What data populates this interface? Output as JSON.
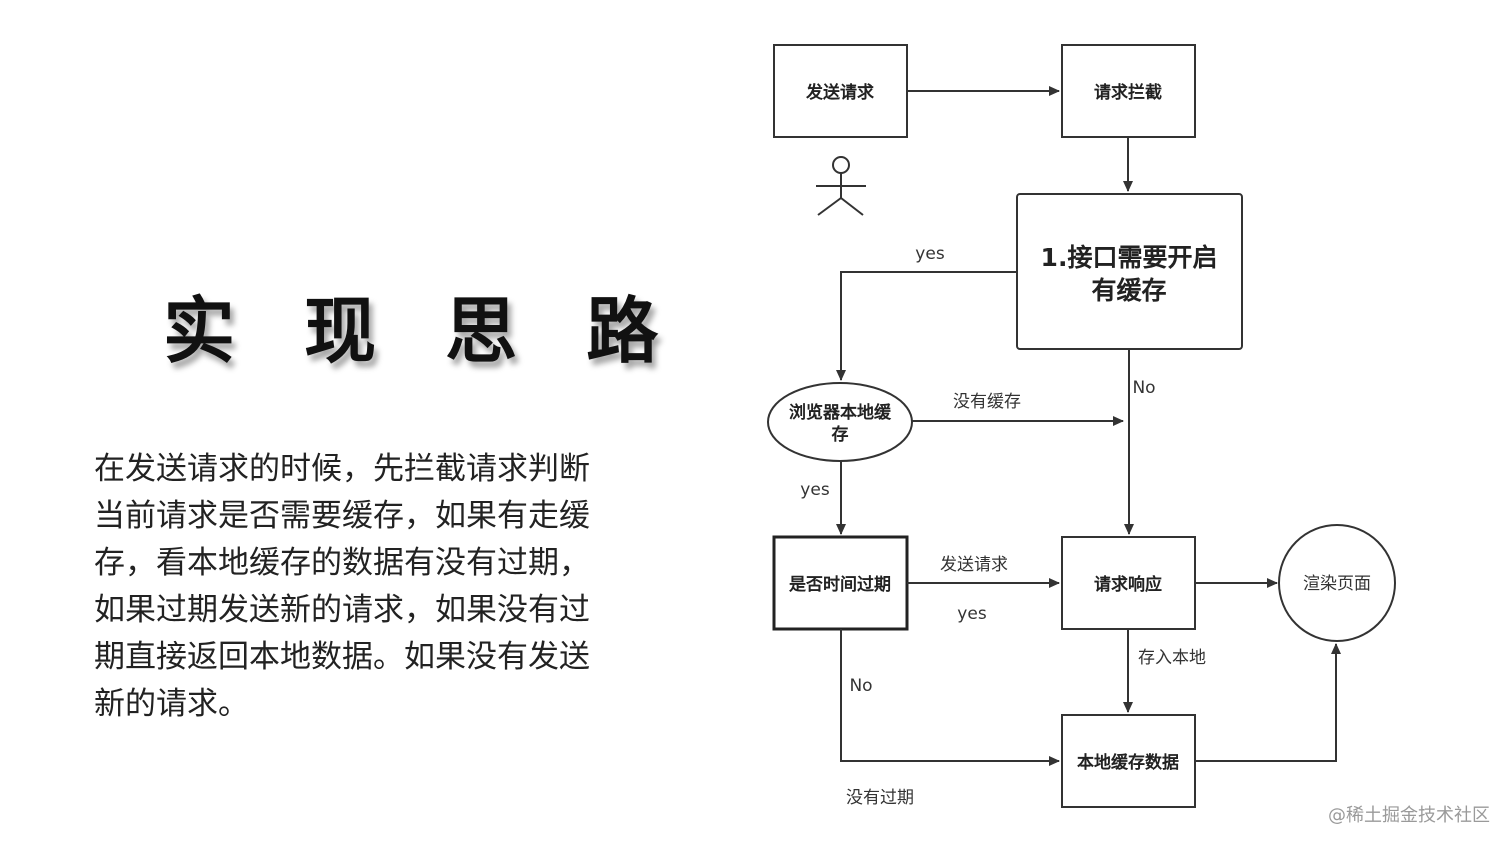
{
  "title": "实 现 思 路",
  "description": [
    "在发送请求的时候，先拦截请求判断",
    "当前请求是否需要缓存，如果有走缓",
    "存，看本地缓存的数据有没有过期，",
    "如果过期发送新的请求，如果没有过",
    "期直接返回本地数据。如果没有发送",
    "新的请求。"
  ],
  "diagram": {
    "nodes": {
      "send_request": "发送请求",
      "intercept": "请求拦截",
      "need_cache_line1": "1.接口需要开启",
      "need_cache_line2": "有缓存",
      "browser_cache_line1": "浏览器本地缓",
      "browser_cache_line2": "存",
      "is_expired": "是否时间过期",
      "response": "请求响应",
      "render": "渲染页面",
      "local_cache_data": "本地缓存数据"
    },
    "edges": {
      "need_cache_yes": "yes",
      "need_cache_no": "No",
      "no_cache": "没有缓存",
      "browser_cache_yes": "yes",
      "expired_send": "发送请求",
      "expired_yes": "yes",
      "store_local": "存入本地",
      "expired_no": "No",
      "not_expired": "没有过期"
    }
  },
  "watermark": "@稀土掘金技术社区"
}
